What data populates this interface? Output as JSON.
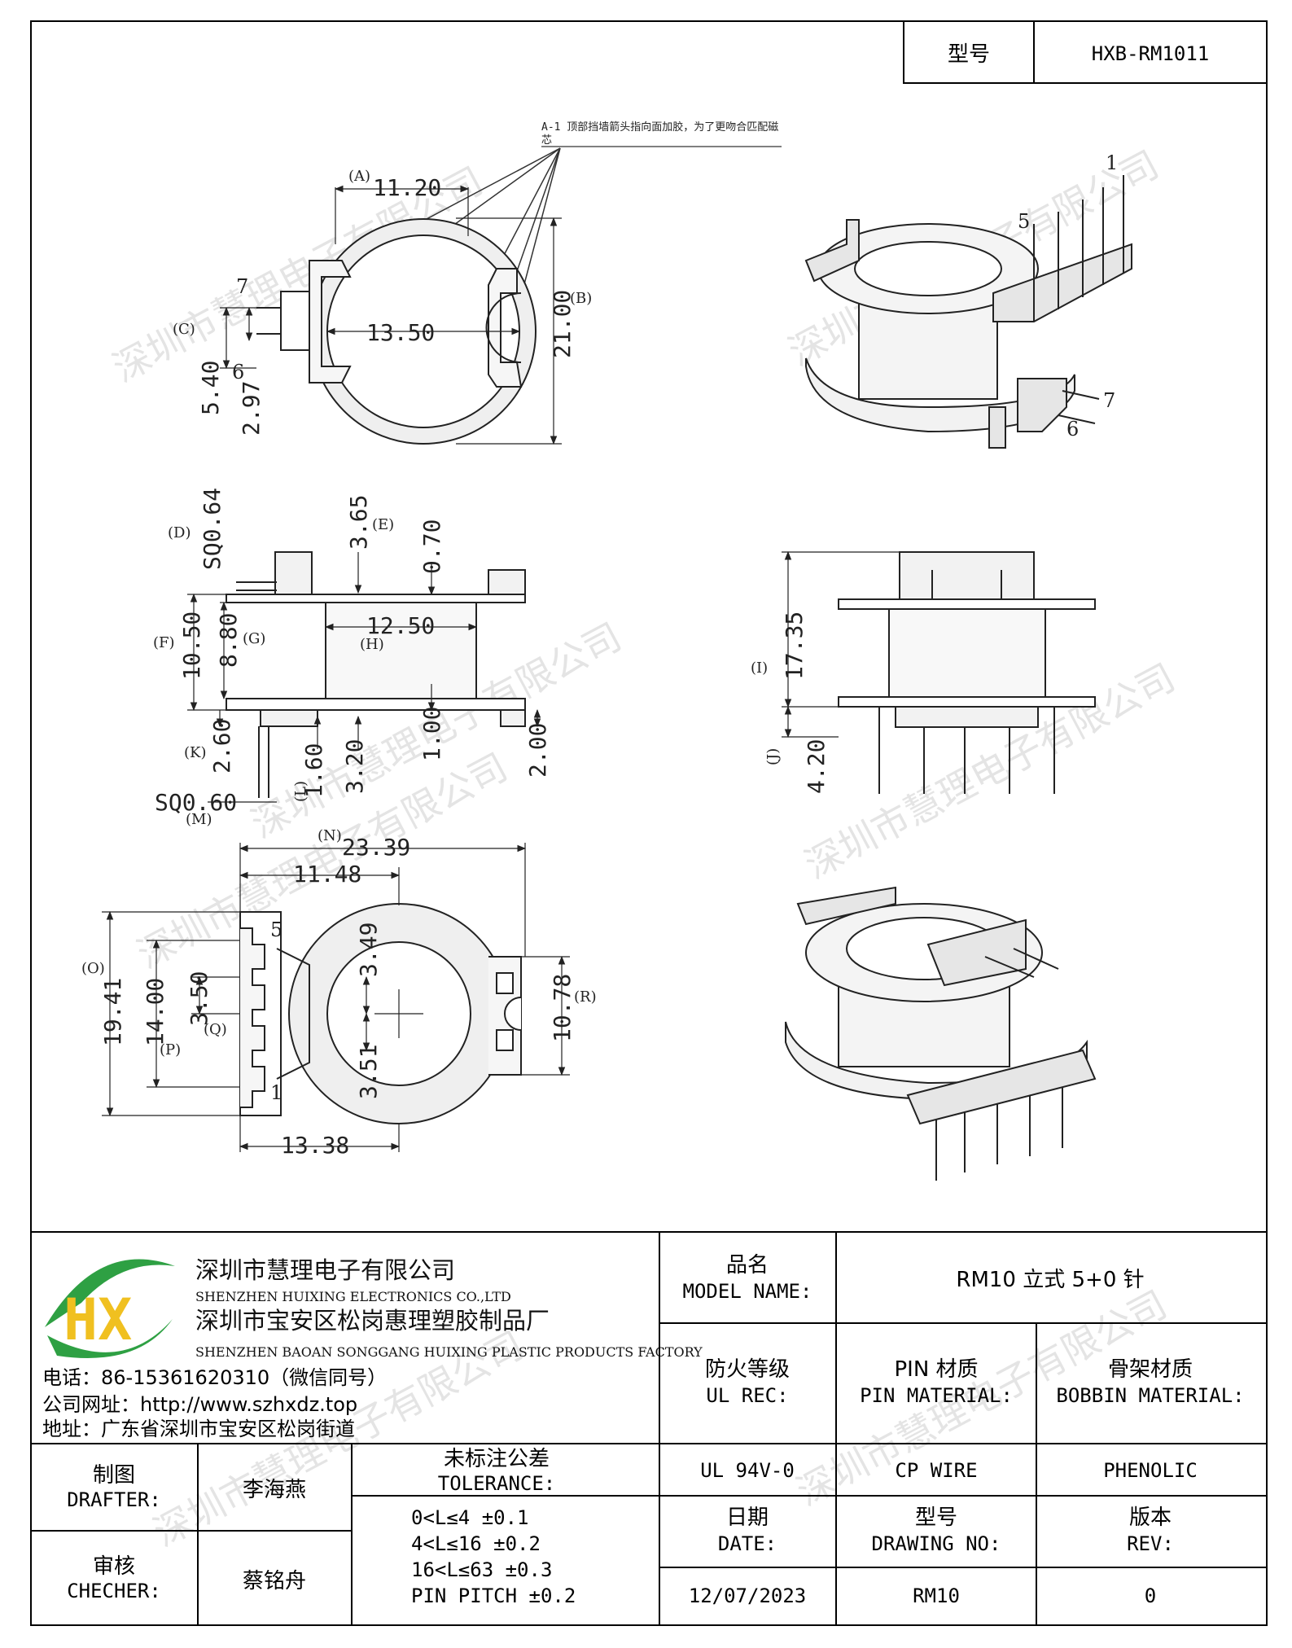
{
  "header": {
    "model_label": "型号",
    "model_value": "HXB-RM1011"
  },
  "note": {
    "line1": "A-1  顶部挡墙箭头指向面加胶，为了更吻合匹配磁",
    "line2": "芯"
  },
  "top_view": {
    "dims": {
      "A_val": "11.20",
      "A_tag": "(A)",
      "B_val": "21.00",
      "B_tag": "(B)",
      "C_tag": "(C)",
      "d_5_40": "5.40",
      "d_2_97": "2.97",
      "d_13_50": "13.50"
    },
    "pins": {
      "p7": "7",
      "p6": "6"
    }
  },
  "side_view": {
    "dims": {
      "D_val": "SQ0.64",
      "D_tag": "(D)",
      "E_val": "3.65",
      "E_tag": "(E)",
      "d_0_70": "0.70",
      "F_val": "10.50",
      "F_tag": "(F)",
      "G_val": "8.80",
      "G_tag": "(G)",
      "H_val": "12.50",
      "H_tag": "(H)",
      "K_val": "2.60",
      "K_tag": "(K)",
      "L_val": "1.60",
      "L_tag": "(L)",
      "d_3_20": "3.20",
      "d_1_00": "1.00",
      "d_2_00": "2.00",
      "M_val": "SQ0.60",
      "M_tag": "(M)"
    }
  },
  "front_view": {
    "dims": {
      "I_val": "17.35",
      "I_tag": "(I)",
      "J_val": "4.20",
      "J_tag": "(J)"
    }
  },
  "bottom_view": {
    "dims": {
      "N_val": "23.39",
      "N_tag": "(N)",
      "d_11_48": "11.48",
      "O_val": "19.41",
      "O_tag": "(O)",
      "P_val": "14.00",
      "P_tag": "(P)",
      "Q_val": "3.50",
      "Q_tag": "(Q)",
      "d_3_49": "3.49",
      "d_3_51": "3.51",
      "R_val": "10.78",
      "R_tag": "(R)",
      "d_13_38": "13.38"
    },
    "pins": {
      "p5": "5",
      "p1": "1"
    }
  },
  "iso_top": {
    "pins": {
      "p1": "1",
      "p5": "5",
      "p7": "7",
      "p6": "6"
    }
  },
  "watermark": "深圳市慧理电子有限公司",
  "company": {
    "logo_text": "HX",
    "name_cn": "深圳市慧理电子有限公司",
    "name_en": "SHENZHEN HUIXING ELECTRONICS CO.,LTD",
    "factory_cn": "深圳市宝安区松岗惠理塑胶制品厂",
    "factory_en": "SHENZHEN BAOAN SONGGANG HUIXING PLASTIC PRODUCTS FACTORY",
    "phone": "电话：86-15361620310（微信同号）",
    "website": "公司网址：http://www.szhxdz.top",
    "address": "地址：广东省深圳市宝安区松岗街道"
  },
  "title_block": {
    "model_name_cn": "品名",
    "model_name_en": "MODEL NAME:",
    "model_name_value": "RM10 立式 5+0 针",
    "ul_cn": "防火等级",
    "ul_en": "UL REC:",
    "pin_mat_cn": "PIN 材质",
    "pin_mat_en": "PIN MATERIAL:",
    "bobbin_mat_cn": "骨架材质",
    "bobbin_mat_en": "BOBBIN MATERIAL:",
    "ul_value": "UL 94V-0",
    "pin_mat_value": "CP WIRE",
    "bobbin_mat_value": "PHENOLIC",
    "drafter_cn": "制图",
    "drafter_en": "DRAFTER:",
    "drafter_value": "李海燕",
    "checker_cn": "审核",
    "checker_en": "CHECHER:",
    "checker_value": "蔡铭舟",
    "tolerance_cn": "未标注公差",
    "tolerance_en": "TOLERANCE:",
    "tol1": "0<L≤4   ±0.1",
    "tol2": "4<L≤16  ±0.2",
    "tol3": "16<L≤63  ±0.3",
    "tol4": "PIN PITCH  ±0.2",
    "date_cn": "日期",
    "date_en": "DATE:",
    "drawing_no_cn": "型号",
    "drawing_no_en": "DRAWING NO:",
    "rev_cn": "版本",
    "rev_en": "REV:",
    "date_value": "12/07/2023",
    "drawing_no_value": "RM10",
    "rev_value": "0"
  }
}
